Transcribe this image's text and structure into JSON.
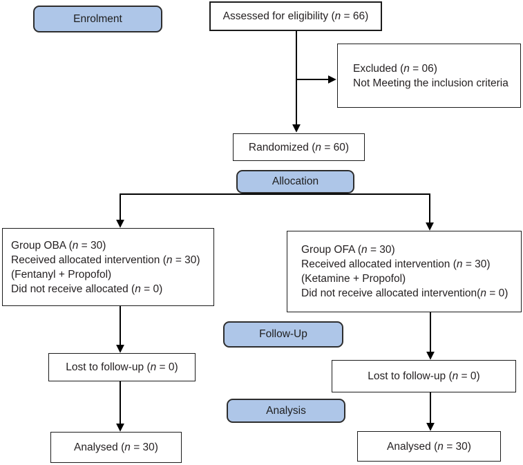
{
  "flow": {
    "labels": {
      "enrolment": "Enrolment",
      "allocation": "Allocation",
      "followup": "Follow-Up",
      "analysis": "Analysis"
    },
    "boxes": {
      "assessed": "Assessed for eligibility (n = 66)",
      "excluded_line1": "Excluded (n = 06)",
      "excluded_line2": "Not Meeting the inclusion criteria",
      "randomized": "Randomized (n = 60)",
      "oba_line1": "Group OBA (n = 30)",
      "oba_line2": "Received allocated intervention (n = 30)",
      "oba_line3": "(Fentanyl + Propofol)",
      "oba_line4": "Did not receive allocated (n = 0)",
      "ofa_line1": "Group OFA (n = 30)",
      "ofa_line2": "Received allocated intervention (n = 30)",
      "ofa_line3": "(Ketamine + Propofol)",
      "ofa_line4": "Did not receive allocated intervention(n = 0)",
      "lost_left": "Lost to follow-up (n = 0)",
      "lost_right": "Lost to follow-up (n = 0)",
      "analysed_left": "Analysed (n = 30)",
      "analysed_right": "Analysed (n = 30)"
    },
    "colors": {
      "stage_fill": "#aec6e8",
      "stage_border": "#2d2d2d",
      "box_border": "#1a1a1a",
      "arrow": "#000000",
      "text": "#231f20",
      "background": "#ffffff"
    }
  }
}
